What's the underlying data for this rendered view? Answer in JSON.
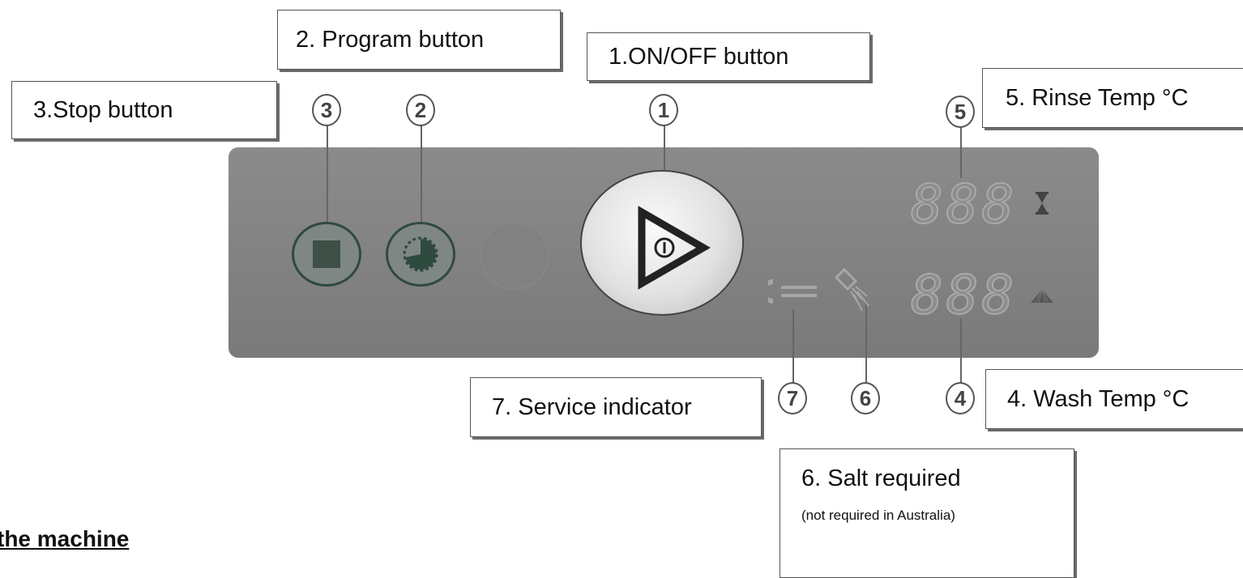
{
  "callouts": {
    "program": "2. Program button",
    "on_off": "1.ON/OFF button",
    "stop": "3.Stop button",
    "rinse_temp": "5. Rinse Temp °C",
    "wash_temp": "4. Wash Temp °C",
    "service": "7. Service indicator",
    "salt": "6. Salt required",
    "salt_note": "(not required in Australia)"
  },
  "badges": {
    "b1": "1",
    "b2": "2",
    "b3": "3",
    "b4": "4",
    "b5": "5",
    "b6": "6",
    "b7": "7"
  },
  "displays": {
    "rinse": "888",
    "wash": "888"
  },
  "bottom_title": "the machine",
  "colors": {
    "panel": "#808080",
    "button_ring": "#2f4a3e",
    "stop_square": "#3d4f47",
    "segment_unlit": "#a9a9a9",
    "callout_shadow": "#6b6b6b"
  },
  "icons": [
    "stop-square-icon",
    "program-clock-icon",
    "power-play-icon",
    "wrench-icon",
    "salt-shower-icon",
    "hourglass-icon",
    "spray-icon"
  ]
}
